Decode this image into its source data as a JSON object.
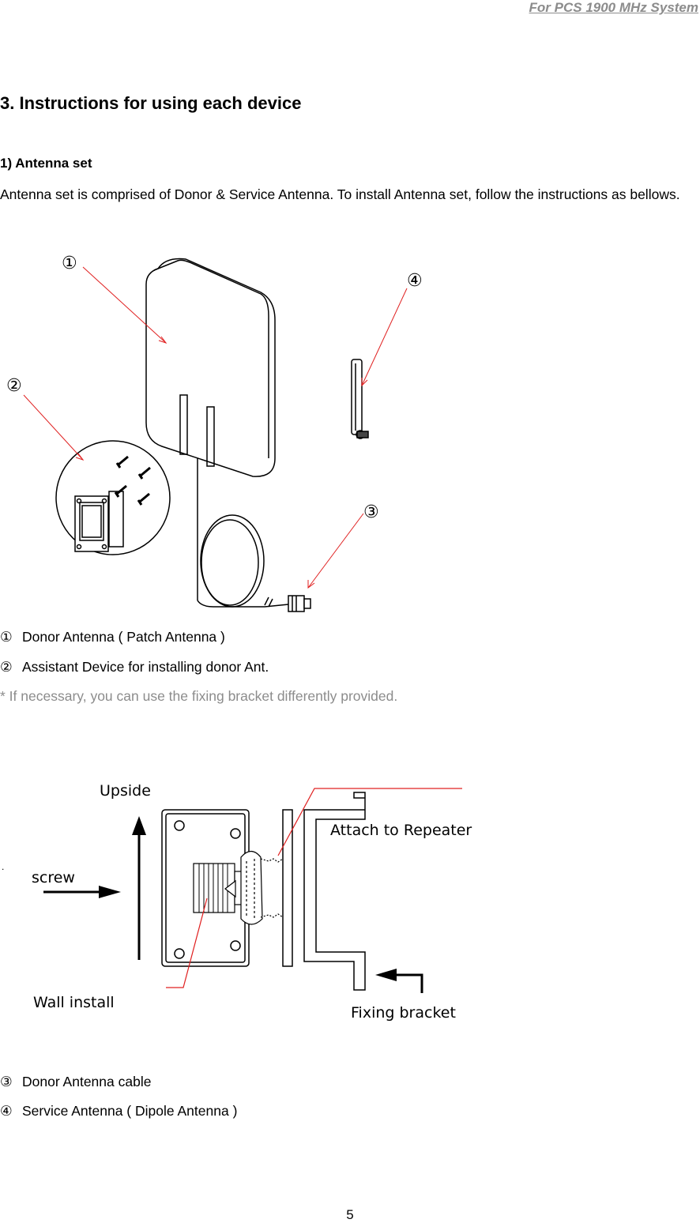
{
  "header": {
    "note": "For PCS 1900 MHz System"
  },
  "section": {
    "title": "3. Instructions for using each device"
  },
  "subsection": {
    "title": "1) Antenna set",
    "paragraph": "Antenna set is comprised of Donor & Service Antenna. To install Antenna set, follow the instructions as bellows."
  },
  "figure1": {
    "callouts": [
      "①",
      "②",
      "③",
      "④"
    ]
  },
  "items_top": [
    {
      "num": "①",
      "text": "Donor Antenna ( Patch Antenna )"
    },
    {
      "num": "②",
      "text": "Assistant Device for installing donor Ant."
    }
  ],
  "note": "* If necessary, you can use the fixing bracket differently provided.",
  "figure2": {
    "upside": "Upside",
    "screw": "screw",
    "attach": "Attach to Repeater",
    "wall": "Wall install",
    "bracket": "Fixing bracket",
    "stray_dot": "."
  },
  "items_bottom": [
    {
      "num": "③",
      "text": "Donor Antenna cable"
    },
    {
      "num": "④",
      "text": "Service Antenna ( Dipole Antenna )"
    }
  ],
  "footer": {
    "page": "5"
  }
}
